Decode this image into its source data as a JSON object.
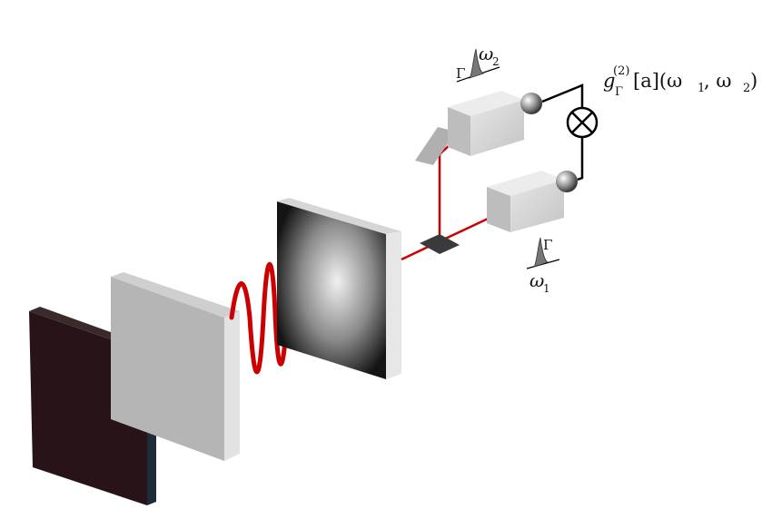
{
  "labels": {
    "correlation": {
      "g": "g",
      "g_sub": "Γ",
      "g_sup": "(2)",
      "bracket": "[a](ω",
      "sub1": "1",
      "comma": ", ω",
      "sub2": "2",
      "close": ")"
    },
    "filter_top": {
      "omega": "ω",
      "omega_sub": "2",
      "gamma": "Γ"
    },
    "filter_bottom": {
      "omega": "ω",
      "omega_sub": "1",
      "gamma": "Γ"
    },
    "detector_product_symbol": "⊗"
  },
  "colors": {
    "emitter_plate": "#2a1418",
    "emitter_edge": "#1c2a36",
    "cavity_plate": "#b8b8b8",
    "cavity_edge": "#dcdcdc",
    "coil": "#8a8cff",
    "light_wave": "#cc0000",
    "screen_dark": "#1a1a1a",
    "screen_glow": "#e8e8e8",
    "beam": "#cc0000",
    "detector_box": "#d4d4d4",
    "wire": "#000000"
  }
}
